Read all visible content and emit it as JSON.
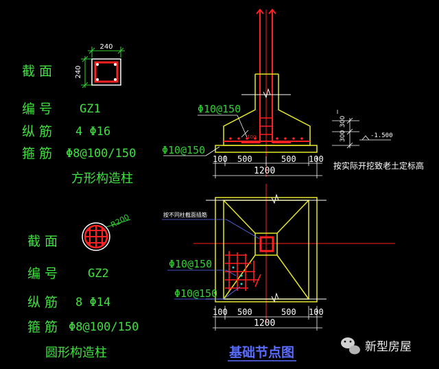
{
  "colors": {
    "background": "#000000",
    "label_green": "#3fe03f",
    "dimension_green": "#32d232",
    "rebar_red": "#ff2020",
    "outline_yellow": "#e6e62a",
    "white": "#ffffff",
    "hatch_cyan": "#2fd6d6",
    "leader_blue": "#5a6cff"
  },
  "column_square": {
    "dim_top": "240",
    "dim_side": "240",
    "section_label": "截 面",
    "number_label": "编 号",
    "number_value": "GZ1",
    "long_bar_label": "纵 筋",
    "long_bar_value": "4 Φ16",
    "stirrup_label": "箍 筋",
    "stirrup_value": "Φ8@100/150",
    "caption": "方形构造柱"
  },
  "column_round": {
    "radius_label": "R200",
    "section_label": "截 面",
    "number_label": "编 号",
    "number_value": "GZ2",
    "long_bar_label": "纵 筋",
    "long_bar_value": "8 Φ14",
    "stirrup_label": "箍 筋",
    "stirrup_value": "Φ8@100/150",
    "caption": "圆形构造柱"
  },
  "section_view": {
    "rebar_top": "Φ10@150",
    "rebar_bottom": "Φ10@150",
    "small_note": "100",
    "dims": [
      "100",
      "500",
      "500",
      "100"
    ],
    "total": "1200",
    "elev_dims": [
      "300",
      "300"
    ],
    "elev_value": "-1.500",
    "elev_note": "按实际开挖致老土定标高"
  },
  "plan_view": {
    "note": "按不同柱截面插筋",
    "rebar_1": "Φ10@150",
    "rebar_2": "Φ10@150",
    "dims": [
      "100",
      "500",
      "500",
      "100"
    ],
    "total": "1200"
  },
  "title": "基础节点图",
  "watermark": {
    "icon": "wechat-icon",
    "text": "新型房屋"
  }
}
